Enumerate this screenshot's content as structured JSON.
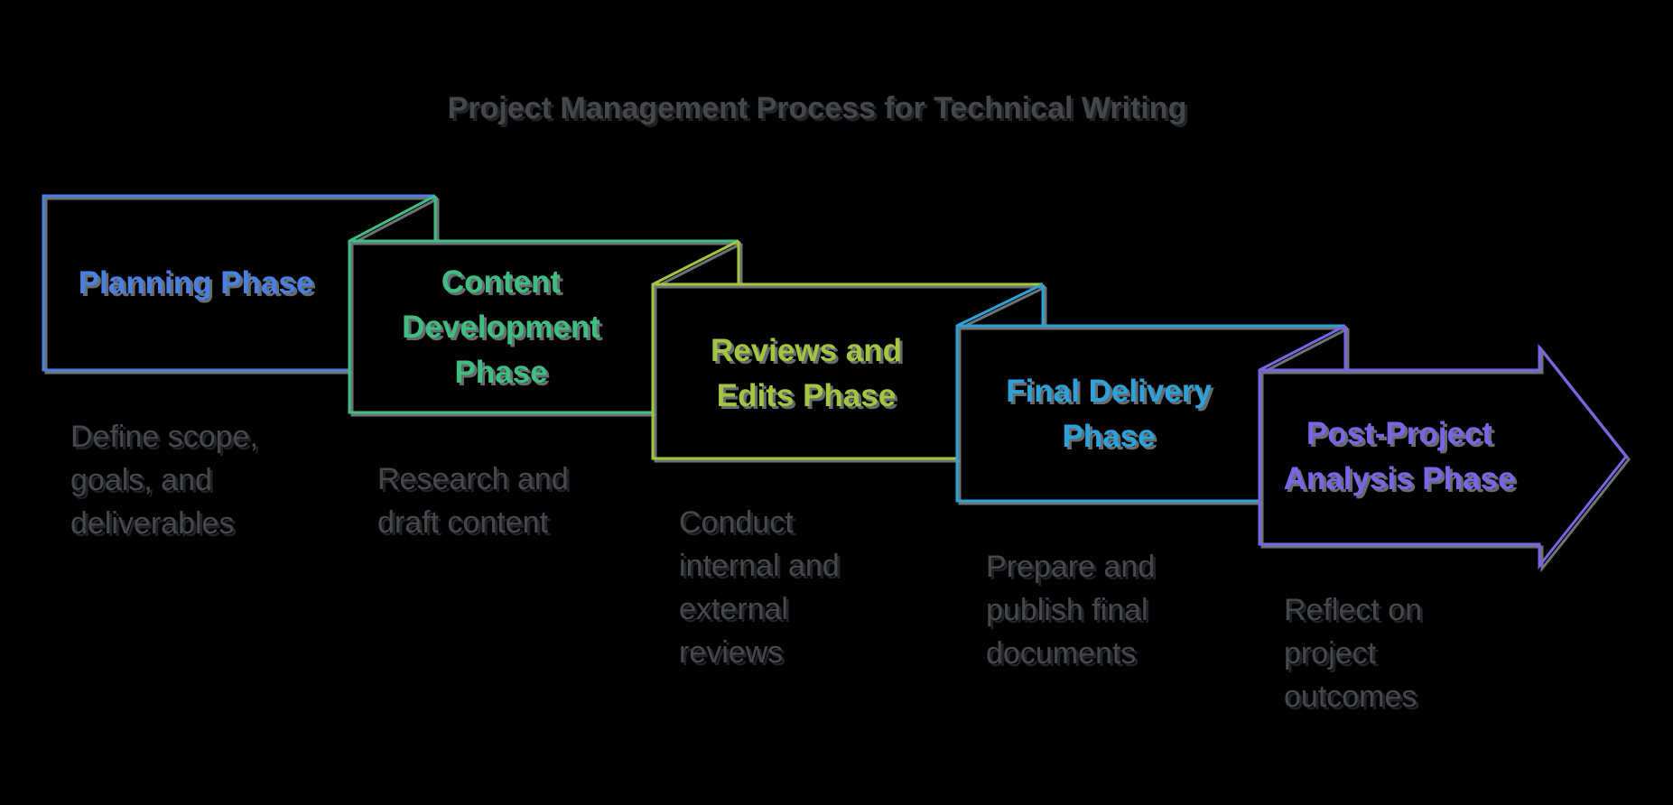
{
  "title": "Project Management Process for Technical Writing",
  "colors": {
    "background": "#000000",
    "title_text": "#45484a",
    "description_text": "#46494b",
    "shadow": "#7f888c"
  },
  "phases": [
    {
      "id": "planning",
      "label": "Planning Phase",
      "label_lines": [
        "Planning Phase"
      ],
      "color": "#4a80e4",
      "description": "Define scope, goals, and deliverables",
      "desc_lines": [
        "Define scope,",
        "goals, and",
        "deliverables"
      ]
    },
    {
      "id": "content-development",
      "label": "Content Development Phase",
      "label_lines": [
        "Content",
        "Development",
        "Phase"
      ],
      "color": "#3ebe81",
      "description": "Research and draft content",
      "desc_lines": [
        "Research and",
        "draft content"
      ]
    },
    {
      "id": "reviews-edits",
      "label": "Reviews and Edits Phase",
      "label_lines": [
        "Reviews and",
        "Edits Phase"
      ],
      "color": "#a5c43f",
      "description": "Conduct internal and external reviews",
      "desc_lines": [
        "Conduct",
        "internal and",
        "external",
        "reviews"
      ]
    },
    {
      "id": "final-delivery",
      "label": "Final Delivery Phase",
      "label_lines": [
        "Final Delivery",
        "Phase"
      ],
      "color": "#2ba3da",
      "description": "Prepare and publish final documents",
      "desc_lines": [
        "Prepare and",
        "publish final",
        "documents"
      ]
    },
    {
      "id": "post-project-analysis",
      "label": "Post-Project Analysis Phase",
      "label_lines": [
        "Post-Project",
        "Analysis Phase"
      ],
      "color": "#7b64e8",
      "description": "Reflect on project outcomes",
      "desc_lines": [
        "Reflect on",
        "project",
        "outcomes"
      ]
    }
  ]
}
